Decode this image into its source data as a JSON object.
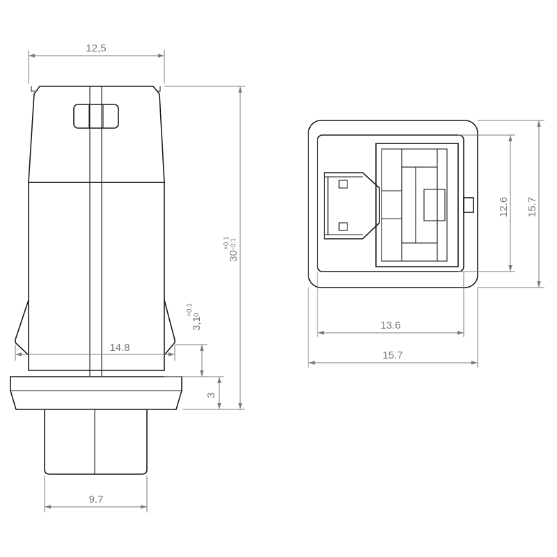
{
  "side_view": {
    "width_top": "12,5",
    "width_base": "14.8",
    "width_plug": "9.7",
    "height_total": "30",
    "height_total_tol_upper": "+0.1",
    "height_total_tol_lower": "-0.1",
    "latch_height": "3,1",
    "latch_height_tol_upper": "+0.1",
    "latch_height_tol_lower": "0",
    "flange_thickness": "3"
  },
  "front_view": {
    "inner_width": "13.6",
    "outer_width": "15.7",
    "inner_height": "12.6",
    "outer_height": "15.7"
  },
  "colors": {
    "outline": "#1a1a1a",
    "dimension": "#7a7a7a"
  }
}
